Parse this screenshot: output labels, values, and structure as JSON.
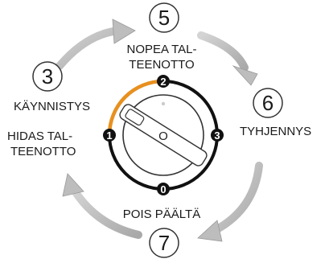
{
  "steps": [
    {
      "number": "5",
      "label_lines": [
        "NOPEA TAL-",
        "TEENOTTO"
      ]
    },
    {
      "number": "6",
      "label_lines": [
        "TYHJENNYS"
      ]
    },
    {
      "number": "7",
      "label_lines": [
        "POIS PÄÄLTÄ"
      ]
    },
    {
      "number": "3",
      "label_lines": [
        "KÄYNNISTYS"
      ]
    }
  ],
  "slow_takeoff_lines": [
    "HIDAS TAL-",
    "TEENOTTO"
  ],
  "dial_positions": [
    "0",
    "1",
    "2",
    "3"
  ],
  "dial_center_mark": "O",
  "colors": {
    "arrow": "#b8b8b8",
    "arrow_edge": "#8f8f8f",
    "dial_ring": "#111111",
    "highlight_arc": "#e8901e",
    "text": "#1a1a1a"
  }
}
